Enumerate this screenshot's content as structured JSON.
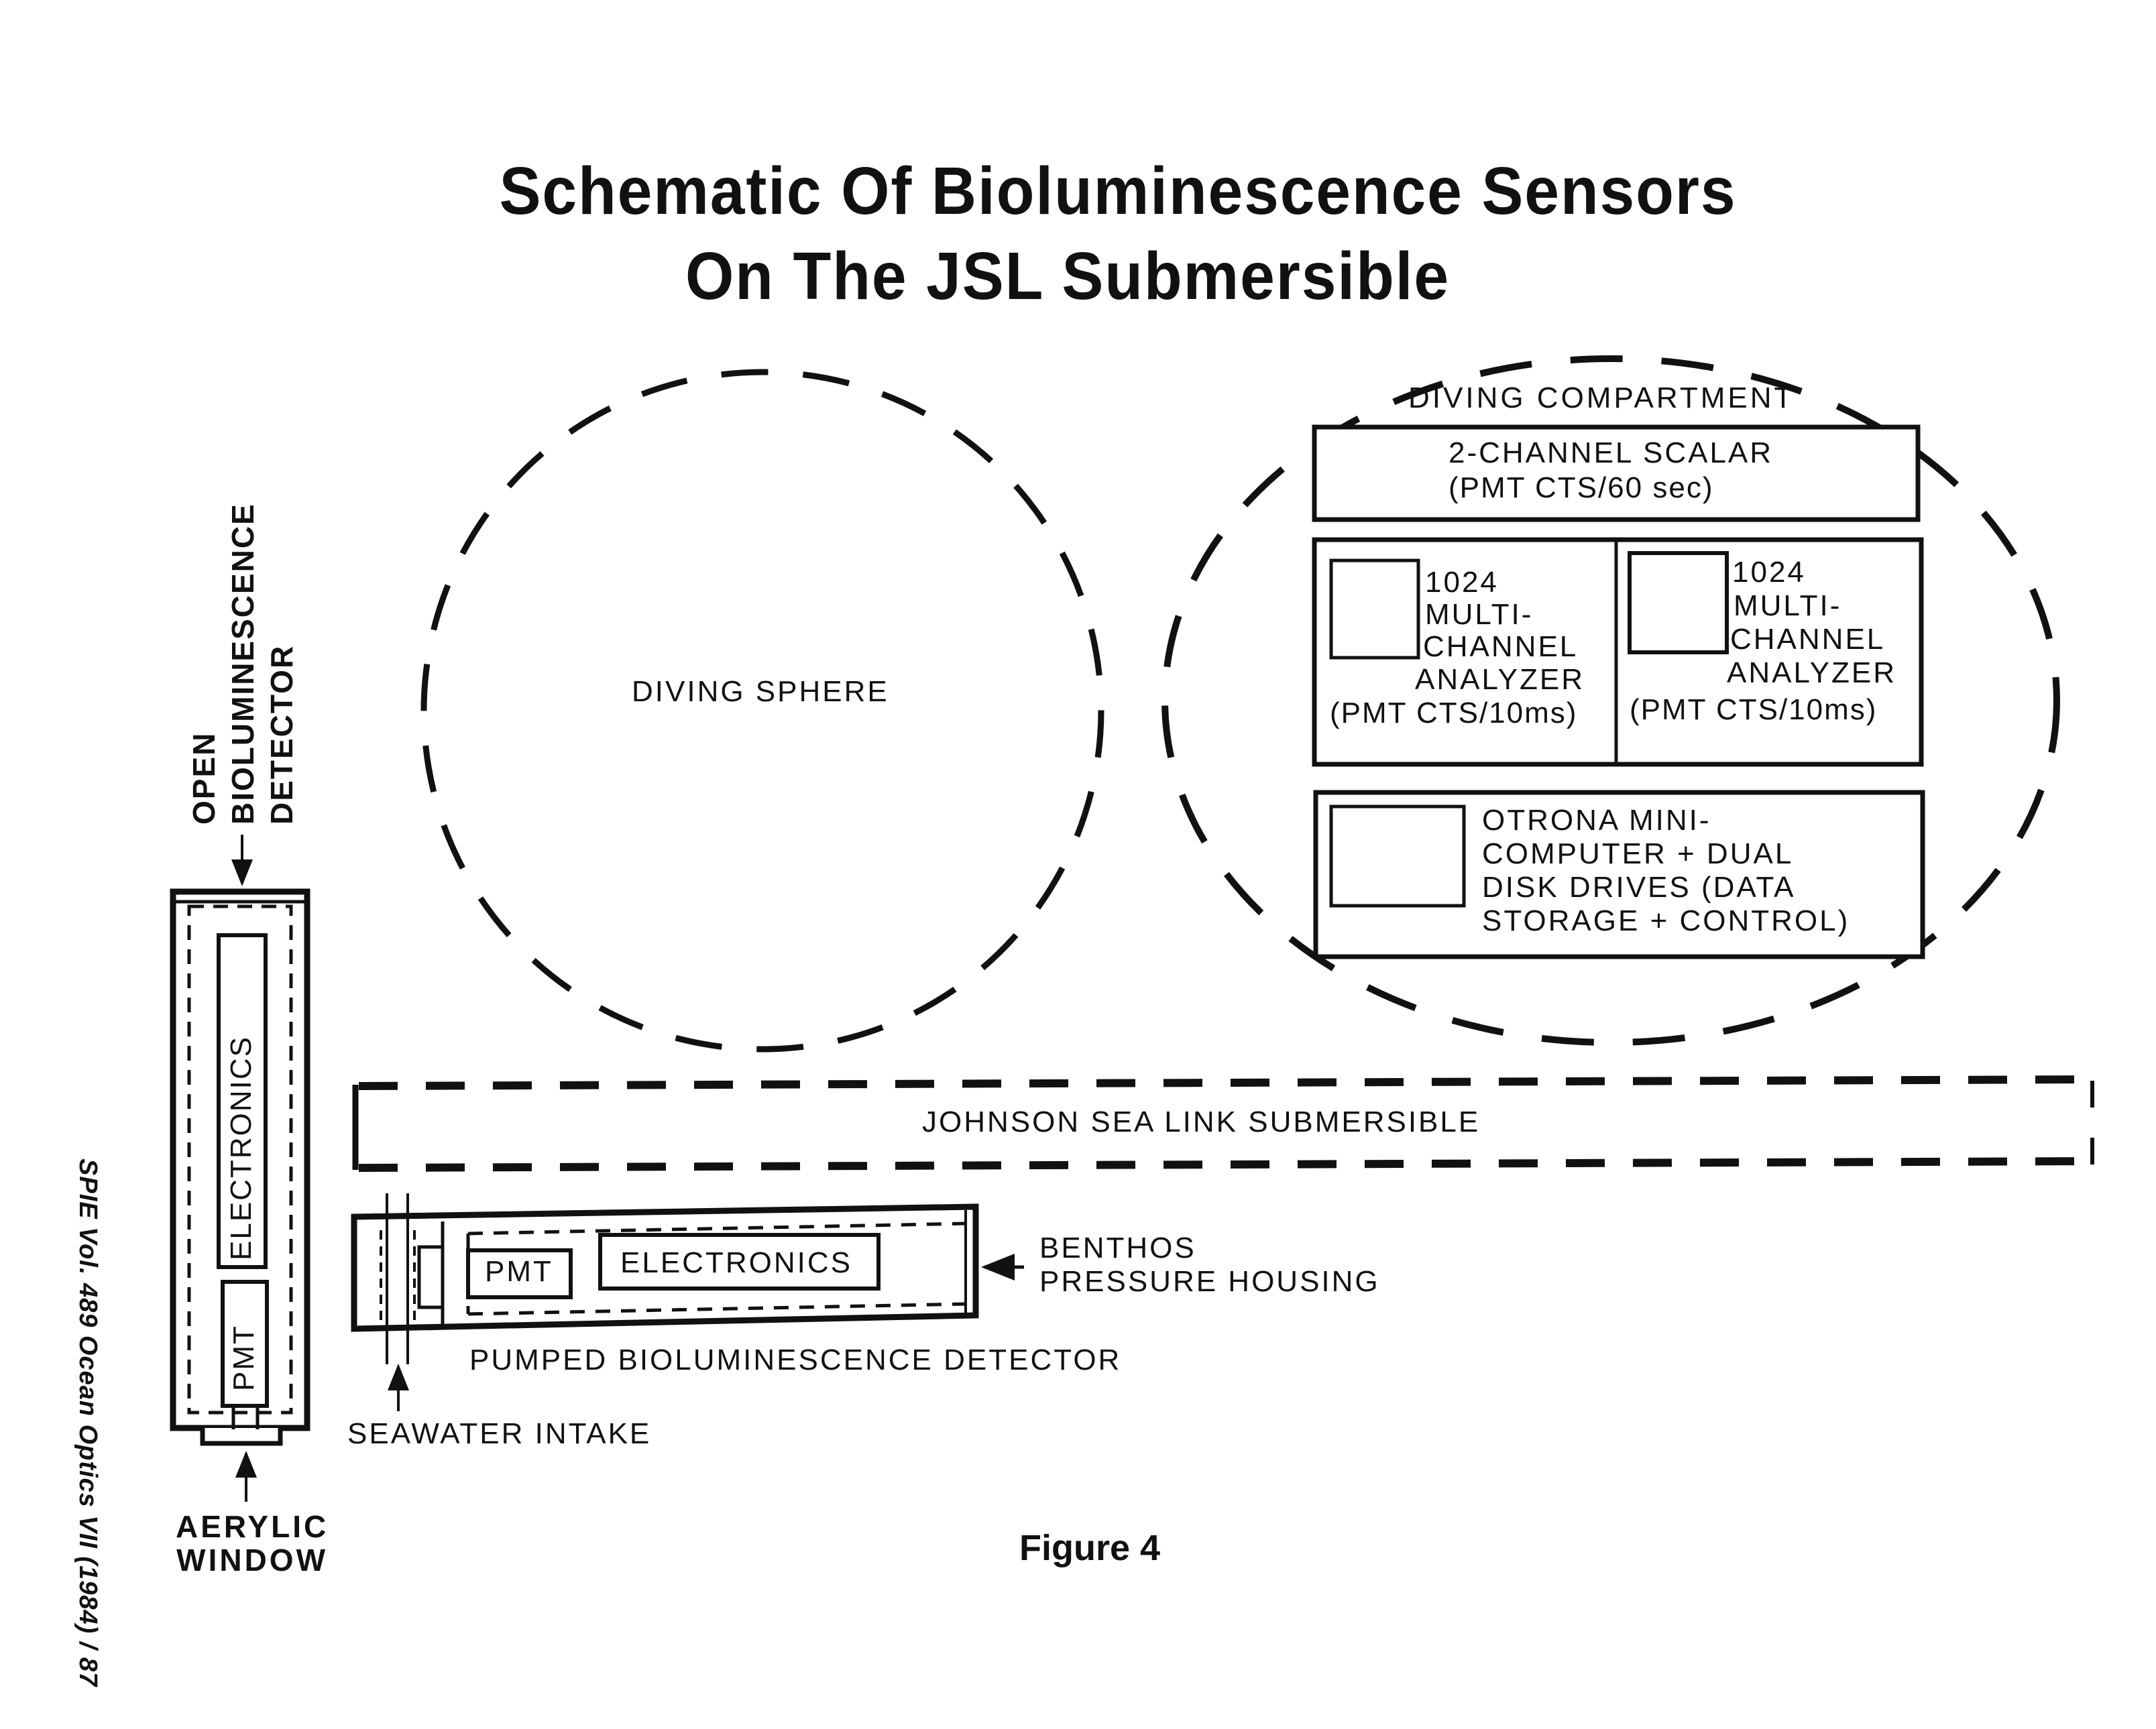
{
  "figure": {
    "title_line1": "Schematic Of Bioluminescence Sensors",
    "title_line2": "On The JSL Submersible",
    "caption": "Figure 4",
    "folio": "SPIE Vol. 489 Ocean Optics VII (1984) /   87"
  },
  "diving_sphere": {
    "label": "DIVING SPHERE"
  },
  "diving_compartment": {
    "label": "DIVING COMPARTMENT",
    "scalar": {
      "line1": "2-CHANNEL SCALAR",
      "line2": "(PMT CTS/60 sec)"
    },
    "analyzers": [
      {
        "lines": [
          "1024",
          "MULTI-",
          "CHANNEL",
          "ANALYZER",
          "(PMT CTS/10ms)"
        ]
      },
      {
        "lines": [
          "1024",
          "MULTI-",
          "CHANNEL",
          "ANALYZER",
          "(PMT CTS/10ms)"
        ]
      }
    ],
    "computer": {
      "lines": [
        "OTRONA MINI-",
        "COMPUTER + DUAL",
        "DISK DRIVES (DATA",
        "STORAGE + CONTROL)"
      ]
    }
  },
  "submersible": {
    "label": "JOHNSON SEA LINK SUBMERSIBLE"
  },
  "open_detector": {
    "label_lines": [
      "OPEN",
      "BIOLUMINESCENCE",
      "DETECTOR"
    ],
    "electronics": "ELECTRONICS",
    "pmt": "PMT",
    "window_lines": [
      "AERYLIC",
      "WINDOW"
    ]
  },
  "pumped_detector": {
    "label": "PUMPED BIOLUMINESCENCE DETECTOR",
    "pmt": "PMT",
    "electronics": "ELECTRONICS",
    "housing_lines": [
      "BENTHOS",
      "PRESSURE HOUSING"
    ],
    "intake": "SEAWATER INTAKE"
  }
}
